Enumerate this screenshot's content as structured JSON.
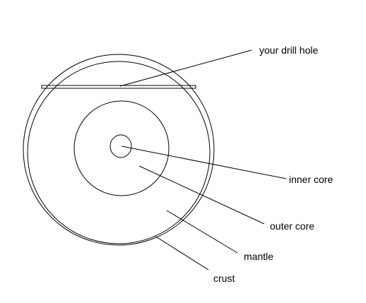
{
  "labels": {
    "drill_hole": "your drill hole",
    "inner_core": "inner core",
    "outer_core": "outer core",
    "mantle": "mantle",
    "crust": "crust"
  },
  "colors": {
    "stroke": "#000000",
    "text": "#000000",
    "background": "#ffffff"
  }
}
